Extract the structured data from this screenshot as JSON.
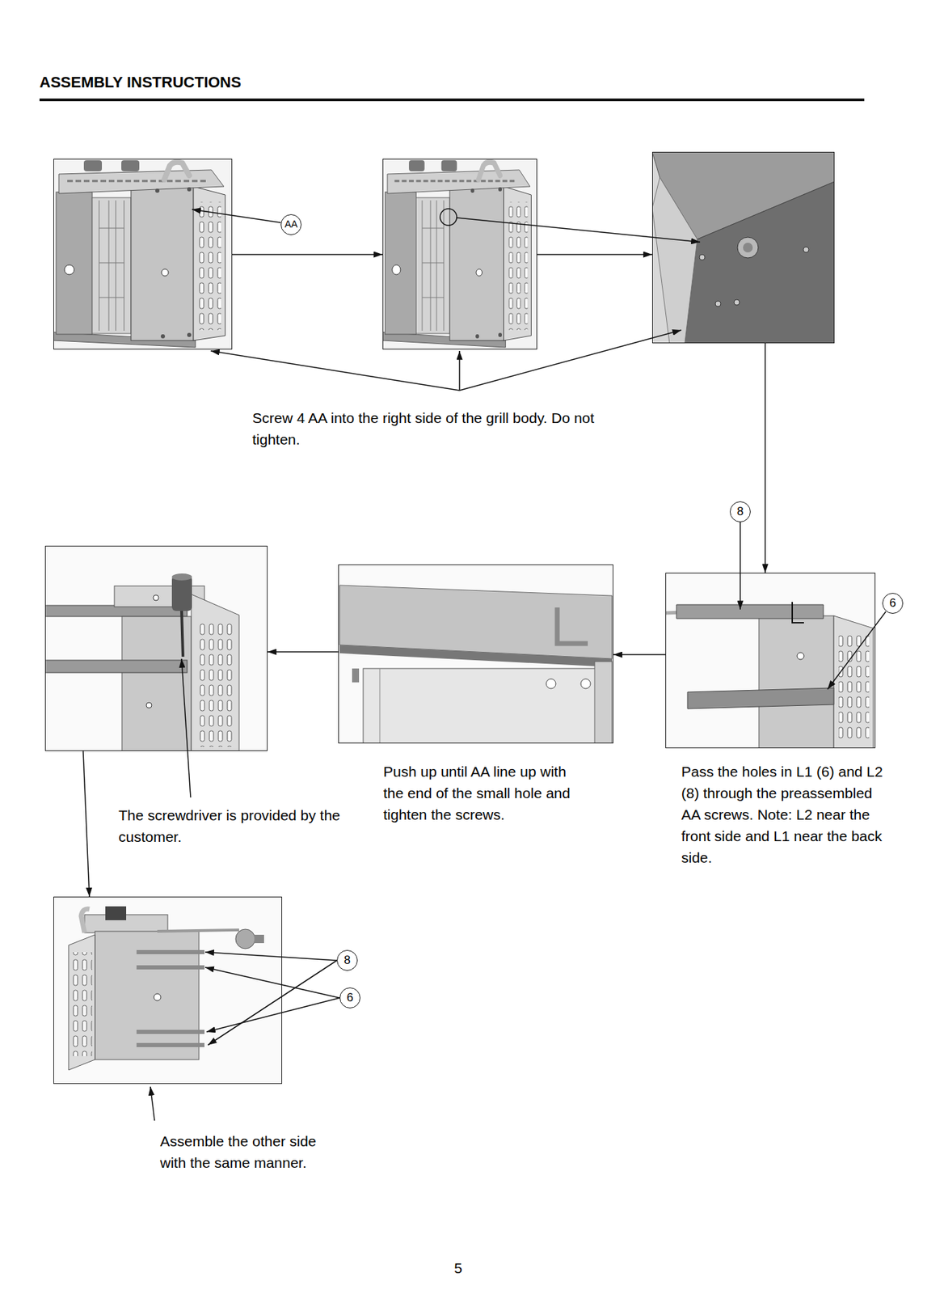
{
  "diagram": {
    "title": "ASSEMBLY INSTRUCTIONS",
    "nodes": [
      {
        "text": []
      },
      {
        "text": []
      },
      {
        "text": []
      },
      {
        "text": [
          "Pass the holes in L1 (6) and L2 (8) through the preassembled AA screws. Note: L2 near the front side and L1 near the back side."
        ]
      },
      {
        "text": [
          "Push up until AA line up with the end of the small hole and tighten the screws."
        ]
      },
      {
        "text": [
          "The screwdriver is provided by the customer."
        ]
      },
      {
        "text": [
          "Assemble the other side with the same manner."
        ]
      }
    ],
    "edges": [
      {
        "from": 0,
        "to": 1,
        "arrow": "to"
      },
      {
        "from": 1,
        "to": 2,
        "arrow": "to"
      },
      {
        "from": 2,
        "to": 3,
        "arrow": "to"
      },
      {
        "from": 3,
        "to": 4,
        "arrow": "to"
      },
      {
        "from": 4,
        "to": 5,
        "arrow": "to"
      },
      {
        "from": 5,
        "to": 6,
        "arrow": "to"
      }
    ],
    "labels": [
      "AA",
      "Screw 4 AA into the right side of the grill body. Do not tighten.",
      "8",
      "6",
      "8",
      "6",
      "5"
    ]
  }
}
